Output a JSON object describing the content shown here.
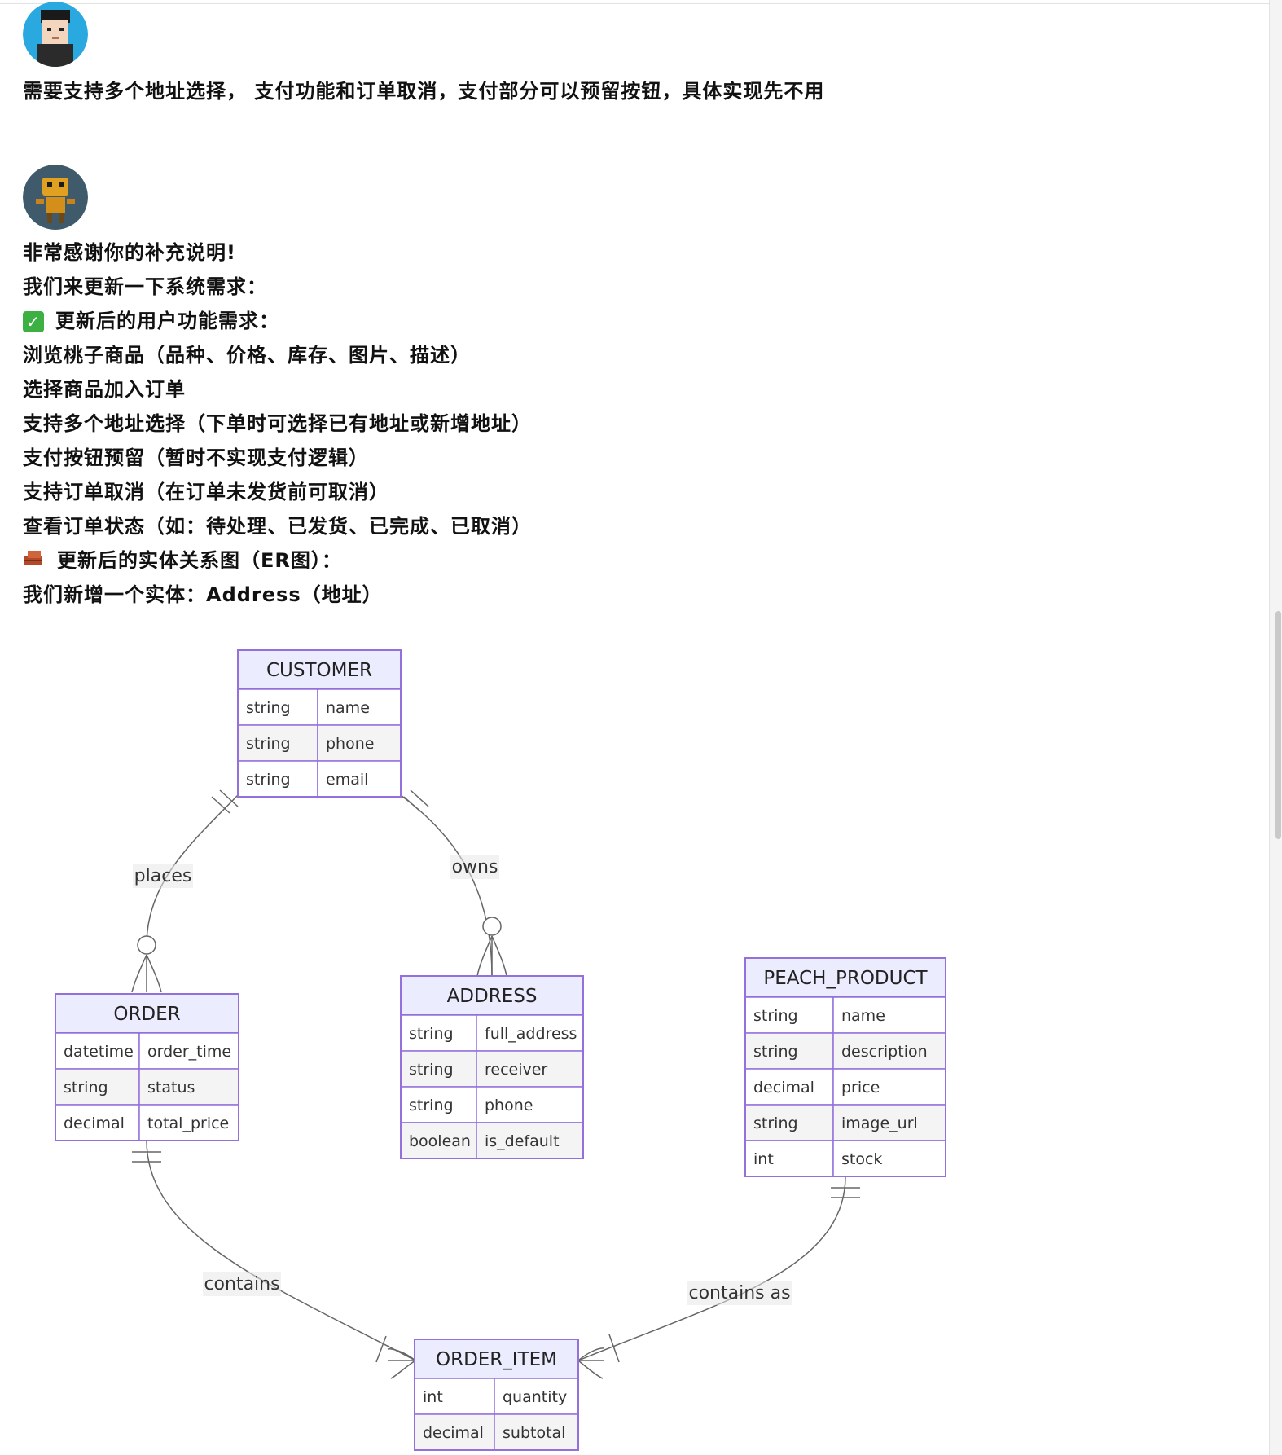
{
  "user_message": "需要支持多个地址选择， 支付功能和订单取消，支付部分可以预留按钮，具体实现先不用",
  "assistant": {
    "lines": [
      "非常感谢你的补充说明!",
      "我们来更新一下系统需求：",
      "更新后的用户功能需求：",
      "浏览桃子商品（品种、价格、库存、图片、描述）",
      "选择商品加入订单",
      "支持多个地址选择（下单时可选择已有地址或新增地址）",
      "支付按钮预留（暂时不实现支付逻辑）",
      "支持订单取消（在订单未发货前可取消）",
      "查看订单状态（如：待处理、已发货、已完成、已取消）",
      "更新后的实体关系图（ER图）：",
      "我们新增一个实体：Address（地址）"
    ],
    "check_icon": "white-check-mark-icon",
    "bricks_icon": "bricks-icon"
  },
  "er_diagram": {
    "entities": {
      "customer": {
        "name": "CUSTOMER",
        "attrs": [
          [
            "string",
            "name"
          ],
          [
            "string",
            "phone"
          ],
          [
            "string",
            "email"
          ]
        ]
      },
      "order": {
        "name": "ORDER",
        "attrs": [
          [
            "datetime",
            "order_time"
          ],
          [
            "string",
            "status"
          ],
          [
            "decimal",
            "total_price"
          ]
        ]
      },
      "address": {
        "name": "ADDRESS",
        "attrs": [
          [
            "string",
            "full_address"
          ],
          [
            "string",
            "receiver"
          ],
          [
            "string",
            "phone"
          ],
          [
            "boolean",
            "is_default"
          ]
        ]
      },
      "product": {
        "name": "PEACH_PRODUCT",
        "attrs": [
          [
            "string",
            "name"
          ],
          [
            "string",
            "description"
          ],
          [
            "decimal",
            "price"
          ],
          [
            "string",
            "image_url"
          ],
          [
            "int",
            "stock"
          ]
        ]
      },
      "item": {
        "name": "ORDER_ITEM",
        "attrs": [
          [
            "int",
            "quantity"
          ],
          [
            "decimal",
            "subtotal"
          ]
        ]
      }
    },
    "relations": {
      "places": "places",
      "owns": "owns",
      "contains": "contains",
      "contains_as": "contains as"
    },
    "colors": {
      "entity_border": "#9370db",
      "header_fill": "#ececff",
      "alt_row": "#f4f4f4",
      "line": "#666666",
      "label_bg": "#e8e8e8"
    }
  }
}
